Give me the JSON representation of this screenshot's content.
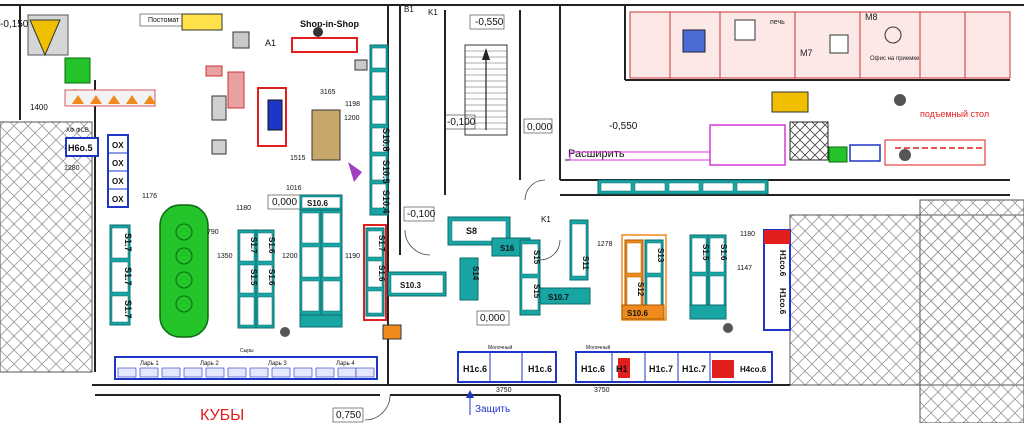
{
  "elevations": {
    "m0150": "-0,150",
    "m0550_top": "-0,550",
    "m0100_a": "-0,100",
    "z0000_a": "0,000",
    "m0550_mid": "-0,550",
    "z0000_b": "0,000",
    "m0100_b": "-0,100",
    "z0000_c": "0,000",
    "m0750": "0,750"
  },
  "zones": {
    "postomat": "Постомат",
    "shop_in_shop": "Shop-in-Shop",
    "expand": "Расширить",
    "protect": "Защить",
    "lift_table": "подъемный стол",
    "cubes": "КУБЫ",
    "kfc": "ХФ ФСВ"
  },
  "racks": {
    "h6o5": "H6o.5",
    "ox": "OX",
    "s10_6a": "S10.6",
    "s10_5": "S10.5",
    "s10_4": "S10.4",
    "s1_7": "S1.7",
    "s1_6": "S1.6",
    "s1_5": "S1.5",
    "s8": "S8",
    "s11": "S11",
    "s12": "S12",
    "s13": "S13",
    "s14": "S14",
    "s15": "S15",
    "s16": "S16",
    "s10_3": "S10.3",
    "s10_6b": "S10.6",
    "s10_7": "S10.7",
    "h1c6": "H1c.6",
    "h1c7": "H1c.7",
    "h1": "H1",
    "h1co6": "H1co.6",
    "h4co6": "H4co.6",
    "h1c0_6": "H1co.6",
    "s10_8": "S10.8"
  },
  "dims": {
    "d1176": "1176",
    "d1350": "1350",
    "d1200": "1200",
    "d1190": "1190",
    "d790": "790",
    "d1180": "1180",
    "d1278": "1278",
    "d1147": "1147",
    "d1180b": "1180",
    "d3750a": "3750",
    "d3750b": "3750",
    "d1515": "1515",
    "d1198": "1198",
    "d3165": "3165",
    "d1016": "1016",
    "d1200b": "1200",
    "d1400": "1400",
    "d1280": "1280"
  },
  "labels": {
    "a1": "A1",
    "b1": "B1",
    "k1": "K1",
    "k1b": "K1",
    "m7": "M7",
    "m8": "M8",
    "p1": "П1",
    "lar1": "Ларь 1",
    "lar2": "Ларь 2",
    "lar3": "Ларь 3",
    "lar4": "Ларь 4",
    "molochka": "Молочный",
    "syry": "Сыры",
    "ofis": "Офис на приемке",
    "pech": "печь"
  },
  "colors": {
    "teal": "#1aa5a5",
    "blue": "#1d36c8",
    "green": "#22c42a",
    "red": "#e21e1e",
    "orange": "#f08a1c",
    "magenta": "#d63ad6",
    "salmon": "#e8a0a0",
    "navy": "#1a237e"
  }
}
